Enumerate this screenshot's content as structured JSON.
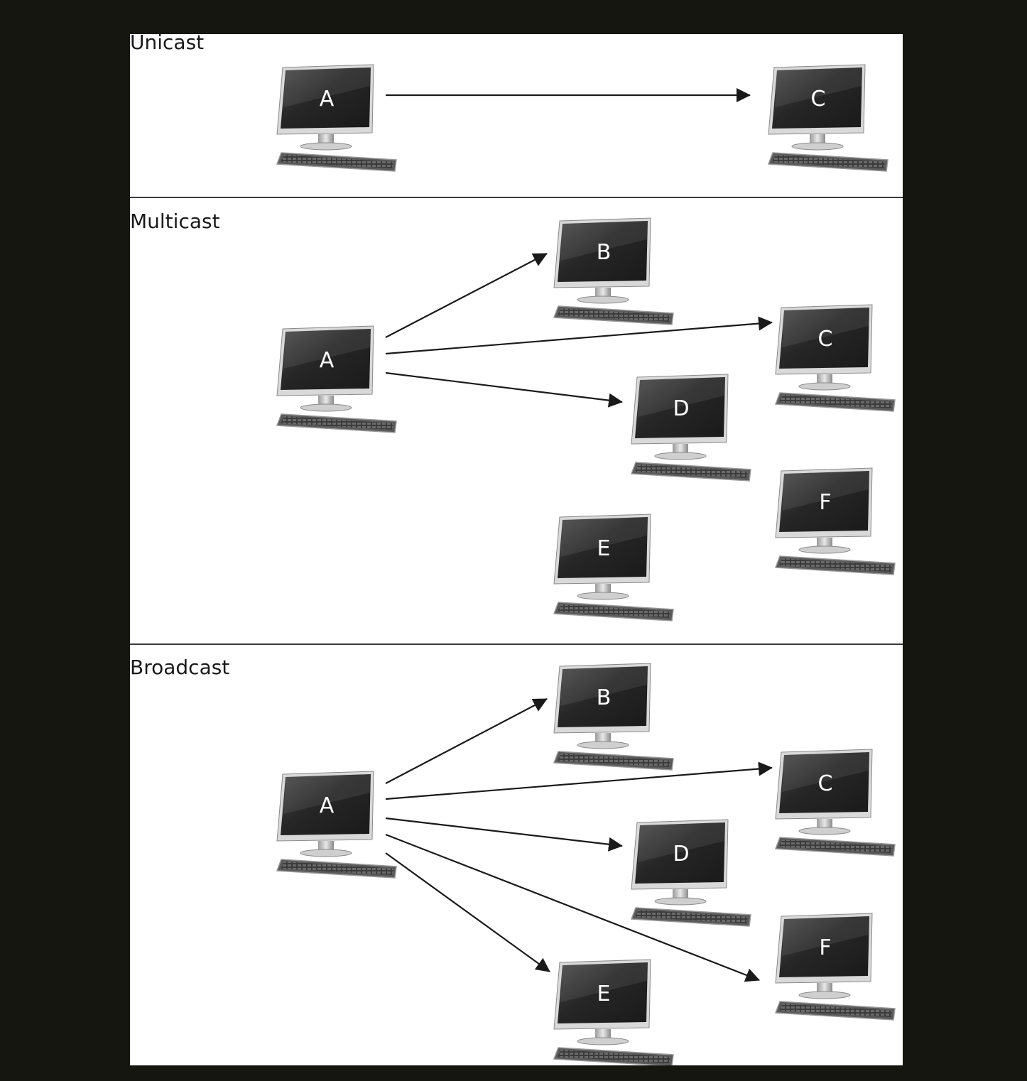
{
  "panels": [
    {
      "title": "Unicast",
      "computers": [
        {
          "id": "A",
          "label": "A"
        },
        {
          "id": "C",
          "label": "C"
        }
      ],
      "links": [
        {
          "from": "A",
          "to": "C"
        }
      ]
    },
    {
      "title": "Multicast",
      "computers": [
        {
          "id": "A",
          "label": "A"
        },
        {
          "id": "B",
          "label": "B"
        },
        {
          "id": "C",
          "label": "C"
        },
        {
          "id": "D",
          "label": "D"
        },
        {
          "id": "F",
          "label": "F"
        },
        {
          "id": "E",
          "label": "E"
        }
      ],
      "links": [
        {
          "from": "A",
          "to": "B"
        },
        {
          "from": "A",
          "to": "C"
        },
        {
          "from": "A",
          "to": "D"
        }
      ]
    },
    {
      "title": "Broadcast",
      "computers": [
        {
          "id": "A",
          "label": "A"
        },
        {
          "id": "B",
          "label": "B"
        },
        {
          "id": "C",
          "label": "C"
        },
        {
          "id": "D",
          "label": "D"
        },
        {
          "id": "F",
          "label": "F"
        },
        {
          "id": "E",
          "label": "E"
        }
      ],
      "links": [
        {
          "from": "A",
          "to": "B"
        },
        {
          "from": "A",
          "to": "C"
        },
        {
          "from": "A",
          "to": "D"
        },
        {
          "from": "A",
          "to": "F"
        },
        {
          "from": "A",
          "to": "E"
        }
      ]
    }
  ],
  "colors": {
    "background": "#161611",
    "panel": "#ffffff",
    "screen": "#2b2b2b",
    "arrow": "#1a1a1a"
  }
}
